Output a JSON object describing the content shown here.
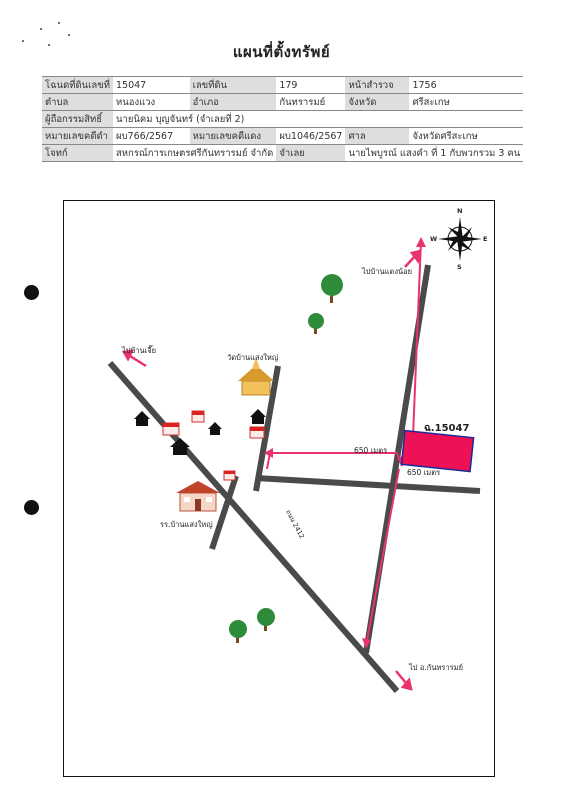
{
  "doc": {
    "title": "แผนที่ตั้งทรัพย์"
  },
  "info": {
    "r1": {
      "k1": "โฉนดที่ดินเลขที่",
      "v1": "15047",
      "k2": "เลขที่ดิน",
      "v2": "179",
      "k3": "หน้าสำรวจ",
      "v3": "1756"
    },
    "r2": {
      "k1": "ตำบล",
      "v1": "หนองแวง",
      "k2": "อำเภอ",
      "v2": "กันทรารมย์",
      "k3": "จังหวัด",
      "v3": "ศรีสะเกษ"
    },
    "r3": {
      "k1": "ผู้ถือกรรมสิทธิ์",
      "v1": "นายนิคม บุญจันทร์ (จำเลยที่ 2)"
    },
    "r4": {
      "k1": "หมายเลขคดีดำ",
      "v1": "ผบ766/2567",
      "k2": "หมายเลขคดีแดง",
      "v2": "ผบ1046/2567",
      "k3": "ศาล",
      "v3": "จังหวัดศรีสะเกษ"
    },
    "r5": {
      "k1": "โจทก์",
      "v1": "สหกรณ์การเกษตรศรีกันทรารมย์ จำกัด",
      "k2": "จำเลย",
      "v2": "นายไพบูรณ์ แสงคำ ที่ 1 กับพวกรวม 3 คน"
    }
  },
  "map": {
    "plot_label": "ฉ.15047",
    "to_top": "ไปบ้านแดงน้อย",
    "to_left": "ไปบ้านเจี๊ย",
    "temple": "วัดบ้านแสงใหญ่",
    "school": "รร.บ้านแสงใหญ่",
    "road": "ถนน 2412",
    "dist1": "650 เมตร",
    "dist2": "650 เมตร",
    "to_bottom": "ไป อ.กันทรารมย์",
    "compass": {
      "n": "N",
      "s": "S",
      "e": "E",
      "w": "W"
    },
    "road_color": "#4a4a4a",
    "route_color": "#e8336b",
    "plot_fill": "#ee1155",
    "plot_border": "#1a2a9a"
  }
}
